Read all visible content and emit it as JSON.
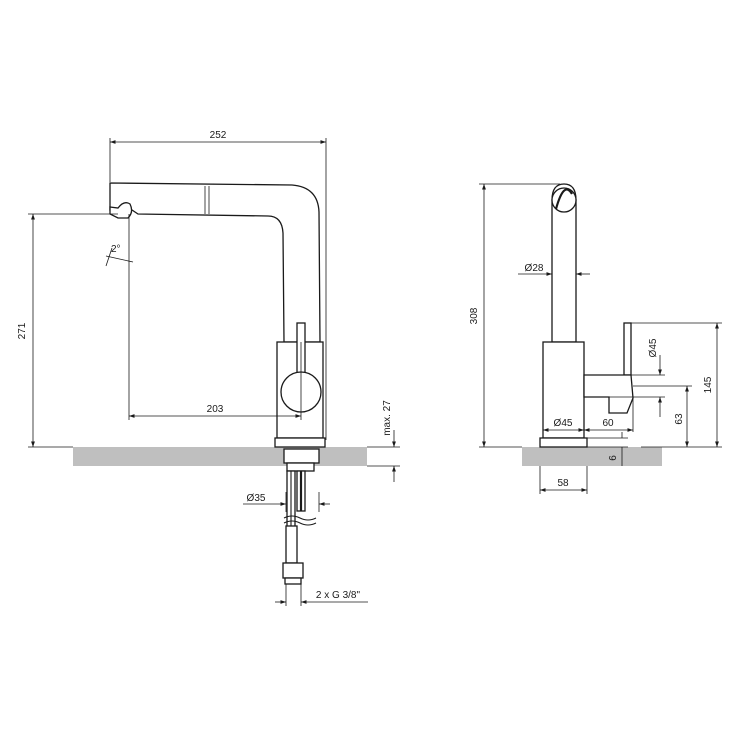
{
  "side_view": {
    "width_total": "252",
    "spout_height": "271",
    "spout_reach": "203",
    "max_counter_thickness": "max. 27",
    "shank_diameter": "Ø35",
    "connection": "2 x G 3/8\"",
    "spray_angle": "2°"
  },
  "front_view": {
    "total_height": "308",
    "spout_diameter": "Ø28",
    "lever_diameter": "Ø45",
    "base_diameter": "Ø45",
    "lever_offset": "60",
    "lever_height": "63",
    "lever_top_height": "145",
    "base_ring": "6",
    "base_width": "58"
  },
  "colors": {
    "line": "#1a1a1a",
    "countertop": "#bfbfbf"
  }
}
